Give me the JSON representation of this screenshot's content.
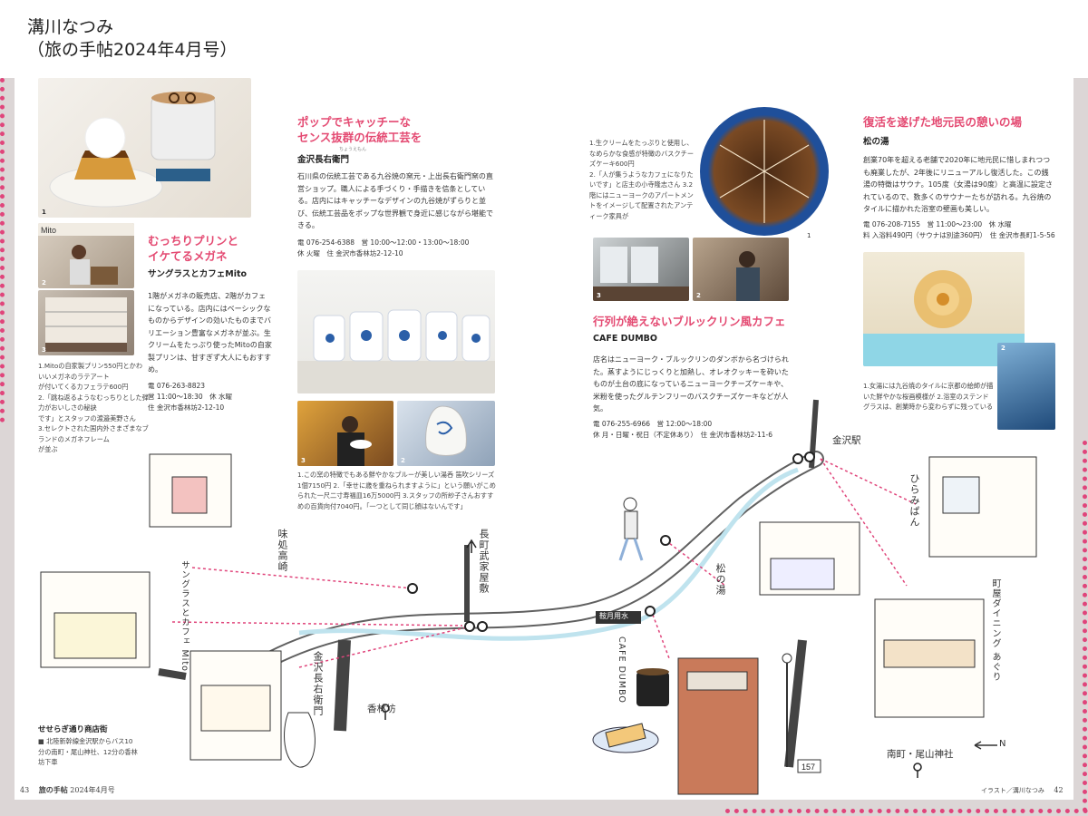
{
  "caption": {
    "line1": "溝川なつみ",
    "line2": "（旅の手帖2024年4月号）"
  },
  "mito": {
    "title_1": "むっちりプリンと",
    "title_2": "イケてるメガネ",
    "shop": "サングラスとカフェMito",
    "body": "1階がメガネの販売店、2階がカフェになっている。店内にはベーシックなものからデザインの効いたものまでバリエーション豊富なメガネが並ぶ。生クリームをたっぷり使ったMitoの自家製プリンは、甘すぎず大人にもおすすめ。",
    "notes": [
      "1.Mitoの自家製プリン550円とかわいいメガネのラテアート",
      "が付いてくるカフェラテ600円",
      "2.「跳ね返るようなむっちりとした弾力がおいしさの秘訣",
      "です」とスタッフの渡邉美野さん",
      "3.セレクトされた国内外さまざまなブランドのメガネフレーム",
      "が並ぶ"
    ],
    "tel": "076-263-8823",
    "hours": "11:00〜18:30",
    "closed": "水曜",
    "addr": "金沢市香林坊2-12-10",
    "sign": "Mito"
  },
  "nagaya": {
    "title_1": "ポップでキャッチーな",
    "title_2": "センス抜群の伝統工芸を",
    "ruby": "ちょうえもん",
    "shop": "金沢長右衛門",
    "body": "石川県の伝統工芸である九谷焼の窯元・上出長右衛門窯の直営ショップ。職人による手づくり・手描きを信条としている。店内にはキャッチーなデザインの九谷焼がずらりと並び、伝統工芸品をポップな世界観で身近に感じながら堪能できる。",
    "tel": "076-254-6388",
    "hours": "10:00〜12:00・13:00〜18:00",
    "closed": "火曜",
    "addr": "金沢市香林坊2-12-10",
    "notes": [
      "1.この窯の特徴でもある鮮やかなブルーが美しい湯呑 笛吹シリーズ1個7150円 2.「幸せに歳を重ねられますように」という願いがこめられた一尺二寸寿福皿16万5000円 3.スタッフの所紗子さんおすすめの百貨向付7040円。「一つとして同じ顔はないんです」"
    ]
  },
  "dumbo": {
    "notes": [
      "1.生クリームをたっぷりと使用し、なめらかな食感が特徴のバスクチーズケーキ600円",
      "2.「人が集うようなカフェになりたいです」と店主の小寺隆志さん 3.2階にはニューヨークのアパートメントをイメージして配置されたアンティーク家具が"
    ],
    "title": "行列が絶えないブルックリン風カフェ",
    "shop": "CAFE DUMBO",
    "body": "店名はニューヨーク・ブルックリンのダンボから名づけられた。蒸すようにじっくりと加熱し、オレオクッキーを砕いたものが土台の底になっているニューヨークチーズケーキや、米粉を使ったグルテンフリーのバスクチーズケーキなどが人気。",
    "tel": "076-255-6966",
    "hours": "12:00〜18:00",
    "closed": "月・日曜・祝日（不定休あり）",
    "addr": "金沢市香林坊2-11-6"
  },
  "matsunoyu": {
    "title": "復活を遂げた地元民の憩いの場",
    "shop": "松の湯",
    "body": "創業70年を超える老舗で2020年に地元民に惜しまれつつも廃業したが、2年後にリニューアルし復活した。この銭湯の特徴はサウナ。105度（女湯は90度）と高温に設定されているので、数多くのサウナーたちが訪れる。九谷焼のタイルに描かれた浴室の壁画も美しい。",
    "tel": "076-208-7155",
    "hours": "11:00〜23:00",
    "closed": "水曜",
    "price": "入浴料490円（サウナは別途360円）",
    "addr": "金沢市長町1-5-56",
    "notes": "1.女湯には九谷焼のタイルに京都の絵師が描いた鮮やかな桜画模様が 2.浴室のステンドグラスは、創業時から変わらずに残っている"
  },
  "map": {
    "station": "金沢駅",
    "seseragi_title": "せせらぎ通り商店街",
    "seseragi_access": "北陸新幹線金沢駅からバス10分の南町・尾山神社、12分の香林坊下車",
    "labels": {
      "miso": "味処高崎",
      "mito": "サングラスとカフェ Mito",
      "buke": "長町武家屋敷",
      "nagaya": "金沢長右衛門",
      "korinbo": "香林坊",
      "matsunoyu": "松の湯",
      "dumbo": "CAFE DUMBO",
      "hiramiban": "ひらみぱん",
      "agri": "町屋ダイニング あぐり",
      "oyama": "南町・尾山神社",
      "river": "鞍月用水",
      "north": "N"
    }
  },
  "footer": {
    "left_num": "43",
    "left_mag": "旅の手帖",
    "left_issue": "2024年4月号",
    "right_credit": "イラスト／溝川なつみ",
    "right_num": "42"
  },
  "info_icons": {
    "tel": "電",
    "hours": "営",
    "closed": "休",
    "addr": "住",
    "price": "料"
  }
}
